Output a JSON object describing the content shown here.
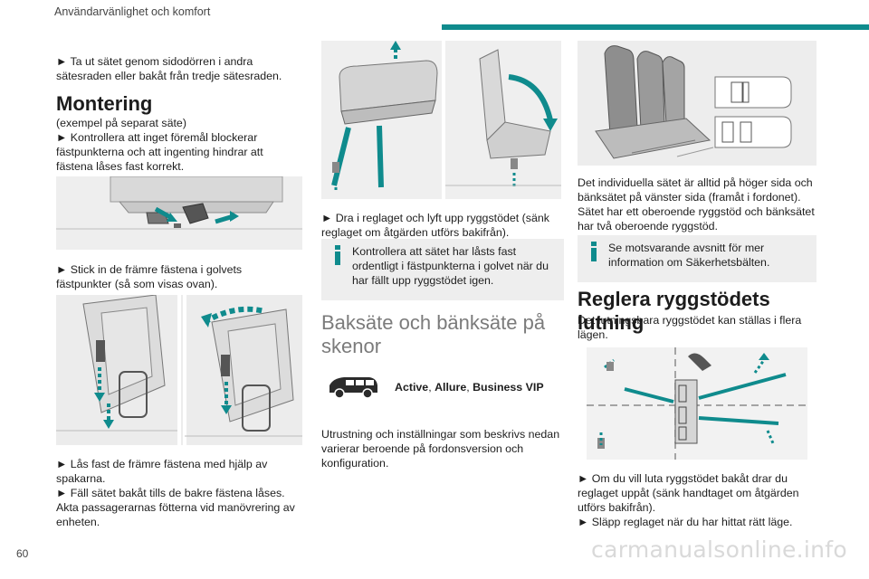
{
  "header": {
    "section_title": "Användarvänlighet och komfort",
    "accent_color": "#0f8b8d"
  },
  "page_number": "60",
  "watermark": "carmanualsonline.info",
  "col1": {
    "intro": "► Ta ut sätet genom sidodörren i andra sätesraden eller bakåt från tredje sätesraden.",
    "heading": "Montering",
    "example": "(exempel på separat säte)",
    "step1": "► Kontrollera att inget föremål blockerar fästpunkterna och att ingenting hindrar att fästena låses fast korrekt.",
    "step2": "► Stick in de främre fästena i golvets fästpunkter (så som visas ovan).",
    "step3": "► Lås fast de främre fästena med hjälp av spakarna.",
    "step4": "► Fäll sätet bakåt tills de bakre fästena låses.",
    "step5": "Akta passagerarnas fötterna vid manövrering av enheten."
  },
  "col2": {
    "step_lift": "► Dra i reglaget och lyft upp ryggstödet (sänk reglaget om åtgärden utförs bakifrån).",
    "note": "Kontrollera att sätet har låsts fast ordentligt i fästpunkterna i golvet när du har fällt upp ryggstödet igen.",
    "heading": "Baksäte och bänksäte på skenor",
    "trim_1": "Active",
    "trim_sep1": ", ",
    "trim_2": "Allure",
    "trim_sep2": ", ",
    "trim_3": "Business VIP",
    "equipment": "Utrustning och inställningar som beskrivs nedan varierar beroende på fordonsversion och konfiguration."
  },
  "col3": {
    "desc": "Det individuella sätet är alltid på höger sida och bänksätet på vänster sida (framåt i fordonet). Sätet har ett oberoende ryggstöd och bänksätet har två oberoende ryggstöd.",
    "note": "Se motsvarande avsnitt för mer information om Säkerhetsbälten.",
    "heading": "Reglera ryggstödets lutning",
    "intro": "Det lutningsbara ryggstödet kan ställas i flera lägen.",
    "step1": "► Om du vill luta ryggstödet bakåt drar du reglaget uppåt (sänk handtaget om åtgärden utförs bakifrån).",
    "step2": "► Släpp reglaget när du har hittat rätt läge."
  }
}
